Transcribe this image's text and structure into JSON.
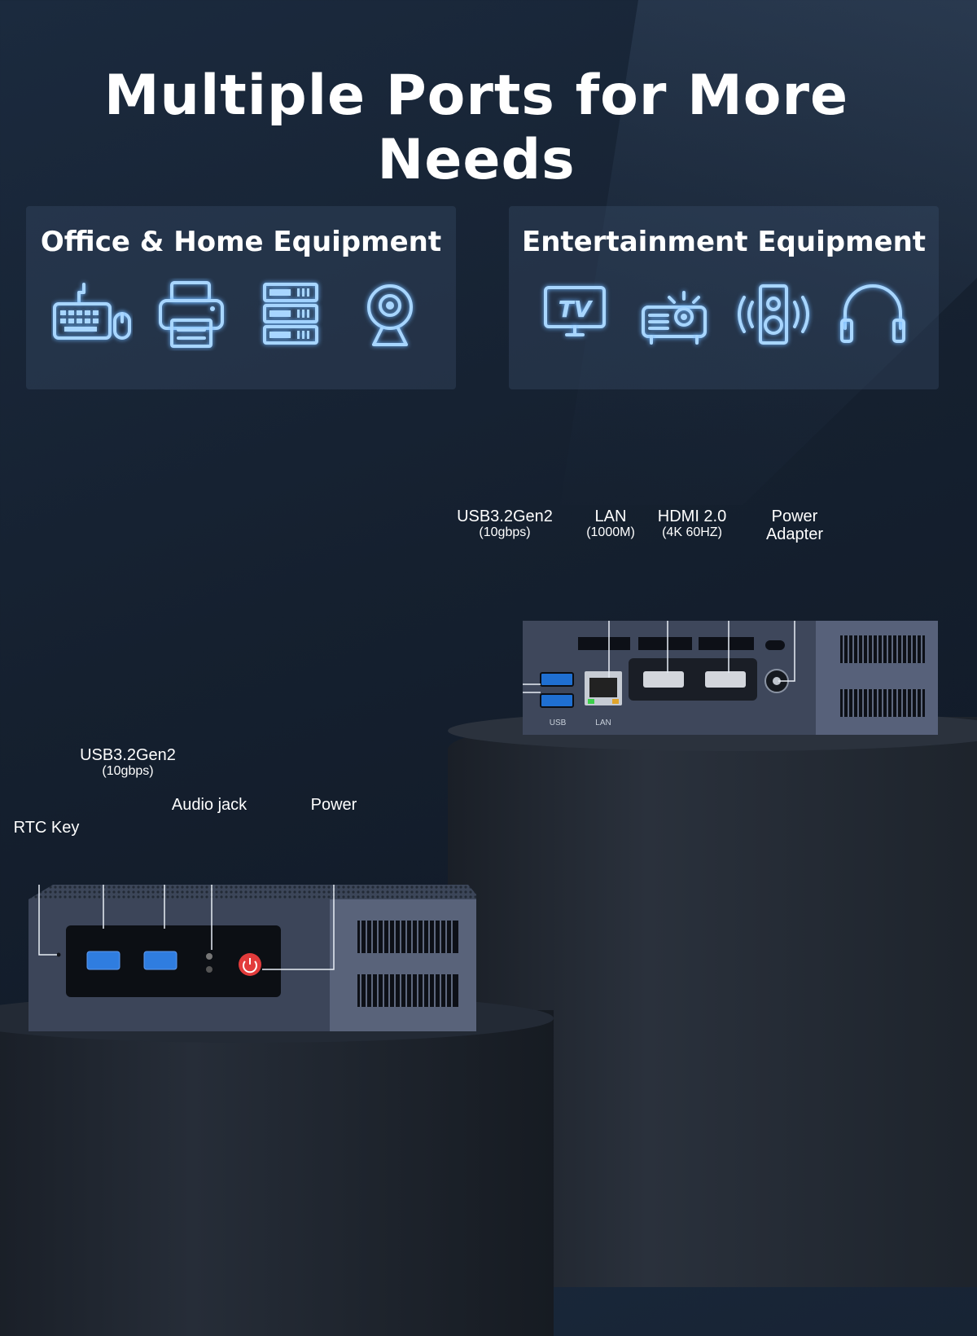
{
  "title": "Multiple Ports for More Needs",
  "panels": {
    "office": {
      "title": "Office & Home Equipment",
      "icons": [
        "keyboard-mouse-icon",
        "printer-icon",
        "server-icon",
        "webcam-icon"
      ]
    },
    "entertainment": {
      "title": "Entertainment Equipment",
      "tv_text": "TV",
      "icons": [
        "tv-icon",
        "projector-icon",
        "speaker-icon",
        "headphones-icon"
      ]
    }
  },
  "back_ports": {
    "usb": {
      "main": "USB3.2Gen2",
      "sub": "(10gbps)"
    },
    "lan": {
      "main": "LAN",
      "sub": "(1000M)"
    },
    "hdmi": {
      "main": "HDMI  2.0",
      "sub": "(4K 60HZ)"
    },
    "power_adapter": {
      "line1": "Power",
      "line2": "Adapter"
    },
    "silk_usb": "USB",
    "silk_lan": "LAN"
  },
  "front_ports": {
    "rtc": "RTC Key",
    "usb": {
      "main": "USB3.2Gen2",
      "sub": "(10gbps)"
    },
    "audio": "Audio jack",
    "power": "Power"
  },
  "colors": {
    "icon_glow": "#a8d6ff",
    "usb_blue": "#2f7de0",
    "power_red": "#e23b3b",
    "device_body": "#3b4458"
  }
}
